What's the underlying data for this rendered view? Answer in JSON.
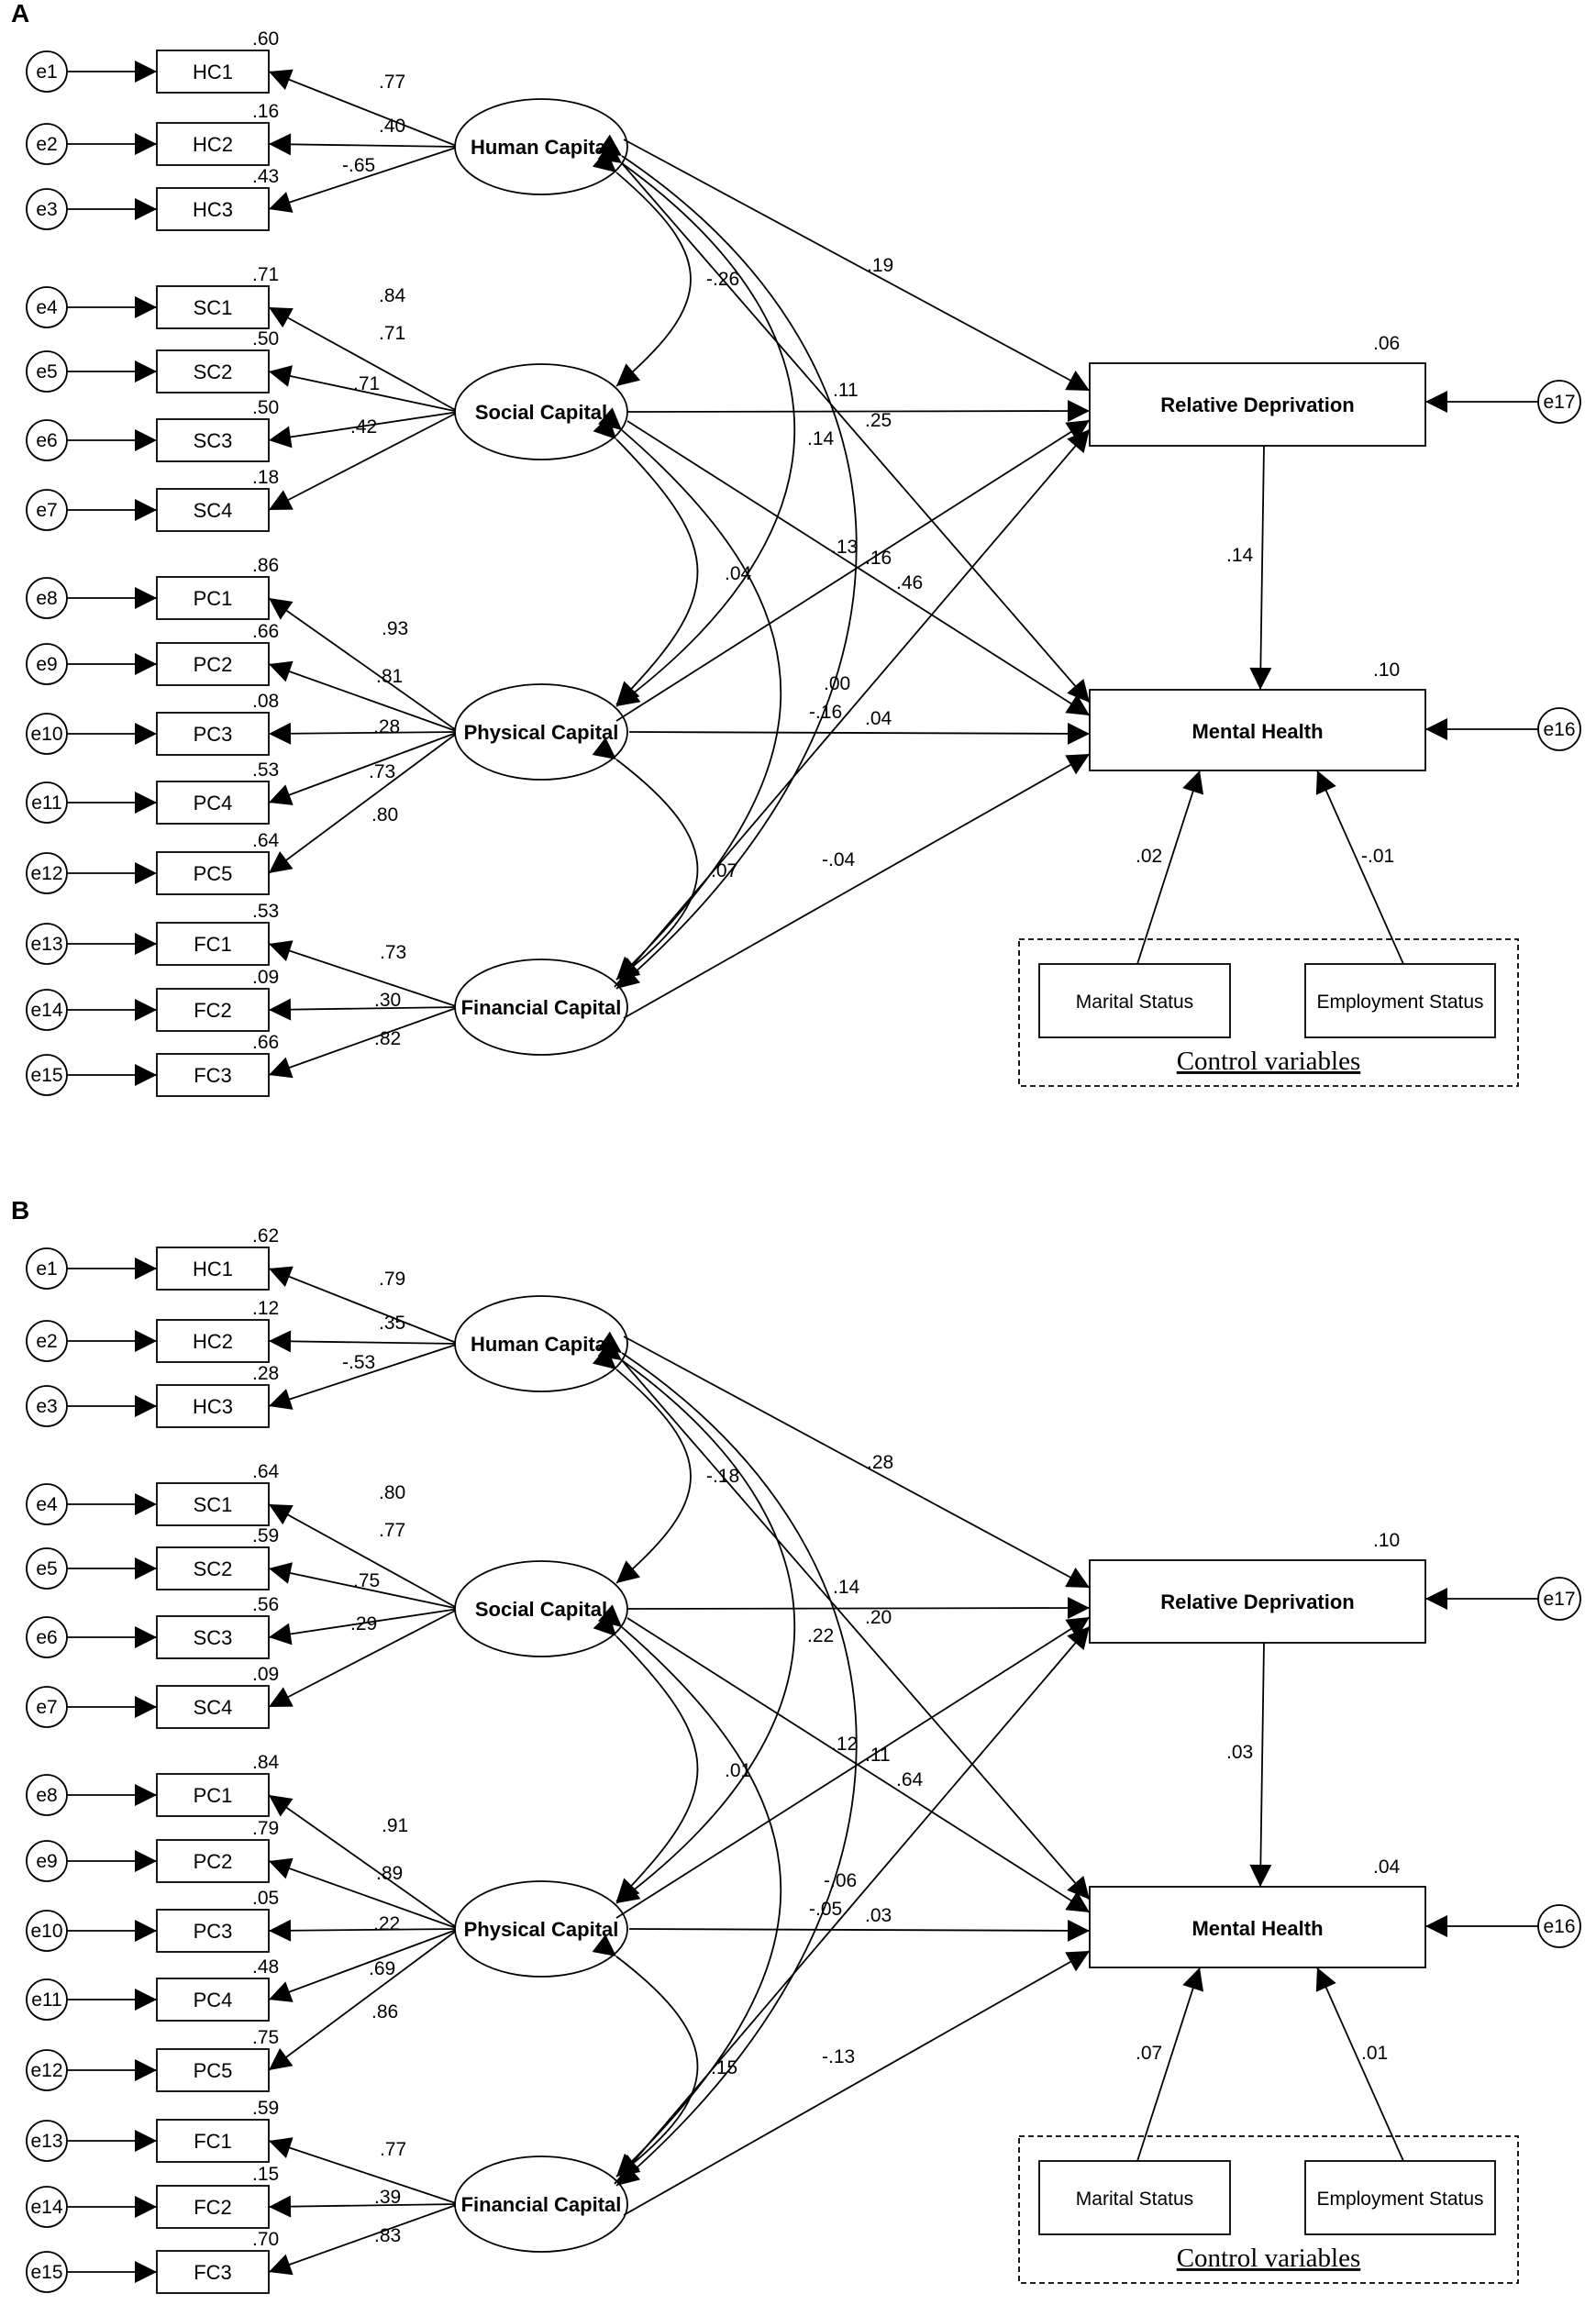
{
  "panels": [
    {
      "letter": "A",
      "indicators": {
        "HC1": {
          "error": "e1",
          "r2": ".60",
          "loading": ".77"
        },
        "HC2": {
          "error": "e2",
          "r2": ".16",
          "loading": ".40"
        },
        "HC3": {
          "error": "e3",
          "r2": ".43",
          "loading": "-.65"
        },
        "SC1": {
          "error": "e4",
          "r2": ".71",
          "loading": ".84"
        },
        "SC2": {
          "error": "e5",
          "r2": ".50",
          "loading": ".71"
        },
        "SC3": {
          "error": "e6",
          "r2": ".50",
          "loading": ".71"
        },
        "SC4": {
          "error": "e7",
          "r2": ".18",
          "loading": ".42"
        },
        "PC1": {
          "error": "e8",
          "r2": ".86",
          "loading": ".93"
        },
        "PC2": {
          "error": "e9",
          "r2": ".66",
          "loading": ".81"
        },
        "PC3": {
          "error": "e10",
          "r2": ".08",
          "loading": ".28"
        },
        "PC4": {
          "error": "e11",
          "r2": ".53",
          "loading": ".73"
        },
        "PC5": {
          "error": "e12",
          "r2": ".64",
          "loading": ".80"
        },
        "FC1": {
          "error": "e13",
          "r2": ".53",
          "loading": ".73"
        },
        "FC2": {
          "error": "e14",
          "r2": ".09",
          "loading": ".30"
        },
        "FC3": {
          "error": "e15",
          "r2": ".66",
          "loading": ".82"
        }
      },
      "correlations": {
        "HC_SC": "-.26",
        "HC_PC": ".14",
        "HC_FC": ".25",
        "SC_PC": ".04",
        "SC_FC": ".00",
        "PC_FC": ".07"
      },
      "paths": {
        "HC_RD": ".19",
        "SC_RD": ".11",
        "PC_RD": ".13",
        "FC_RD": ".04",
        "HC_MH": ".46",
        "SC_MH": ".16",
        "PC_MH": "-.16",
        "FC_MH": "-.04",
        "RD_MH": ".14"
      },
      "outcomes": {
        "rd_r2": ".06",
        "mh_r2": ".10",
        "rd_error": "e17",
        "mh_error": "e16",
        "marital_path": ".02",
        "employment_path": "-.01"
      }
    },
    {
      "letter": "B",
      "indicators": {
        "HC1": {
          "error": "e1",
          "r2": ".62",
          "loading": ".79"
        },
        "HC2": {
          "error": "e2",
          "r2": ".12",
          "loading": ".35"
        },
        "HC3": {
          "error": "e3",
          "r2": ".28",
          "loading": "-.53"
        },
        "SC1": {
          "error": "e4",
          "r2": ".64",
          "loading": ".80"
        },
        "SC2": {
          "error": "e5",
          "r2": ".59",
          "loading": ".77"
        },
        "SC3": {
          "error": "e6",
          "r2": ".56",
          "loading": ".75"
        },
        "SC4": {
          "error": "e7",
          "r2": ".09",
          "loading": ".29"
        },
        "PC1": {
          "error": "e8",
          "r2": ".84",
          "loading": ".91"
        },
        "PC2": {
          "error": "e9",
          "r2": ".79",
          "loading": ".89"
        },
        "PC3": {
          "error": "e10",
          "r2": ".05",
          "loading": ".22"
        },
        "PC4": {
          "error": "e11",
          "r2": ".48",
          "loading": ".69"
        },
        "PC5": {
          "error": "e12",
          "r2": ".75",
          "loading": ".86"
        },
        "FC1": {
          "error": "e13",
          "r2": ".59",
          "loading": ".77"
        },
        "FC2": {
          "error": "e14",
          "r2": ".15",
          "loading": ".39"
        },
        "FC3": {
          "error": "e15",
          "r2": ".70",
          "loading": ".83"
        }
      },
      "correlations": {
        "HC_SC": "-.18",
        "HC_PC": ".22",
        "HC_FC": ".20",
        "SC_PC": ".01",
        "SC_FC": "-.06",
        "PC_FC": ".15"
      },
      "paths": {
        "HC_RD": ".28",
        "SC_RD": ".14",
        "PC_RD": ".12",
        "FC_RD": ".03",
        "HC_MH": ".64",
        "SC_MH": ".11",
        "PC_MH": "-.05",
        "FC_MH": "-.13",
        "RD_MH": ".03"
      },
      "outcomes": {
        "rd_r2": ".10",
        "mh_r2": ".04",
        "rd_error": "e17",
        "mh_error": "e16",
        "marital_path": ".07",
        "employment_path": ".01"
      }
    }
  ],
  "latent_labels": {
    "HC": "Human Capital",
    "SC": "Social Capital",
    "PC": "Physical Capital",
    "FC": "Financial Capital"
  },
  "outcome_labels": {
    "RD": "Relative Deprivation",
    "MH": "Mental Health"
  },
  "control_labels": {
    "marital": "Marital Status",
    "employment": "Employment Status",
    "caption": "Control variables"
  }
}
